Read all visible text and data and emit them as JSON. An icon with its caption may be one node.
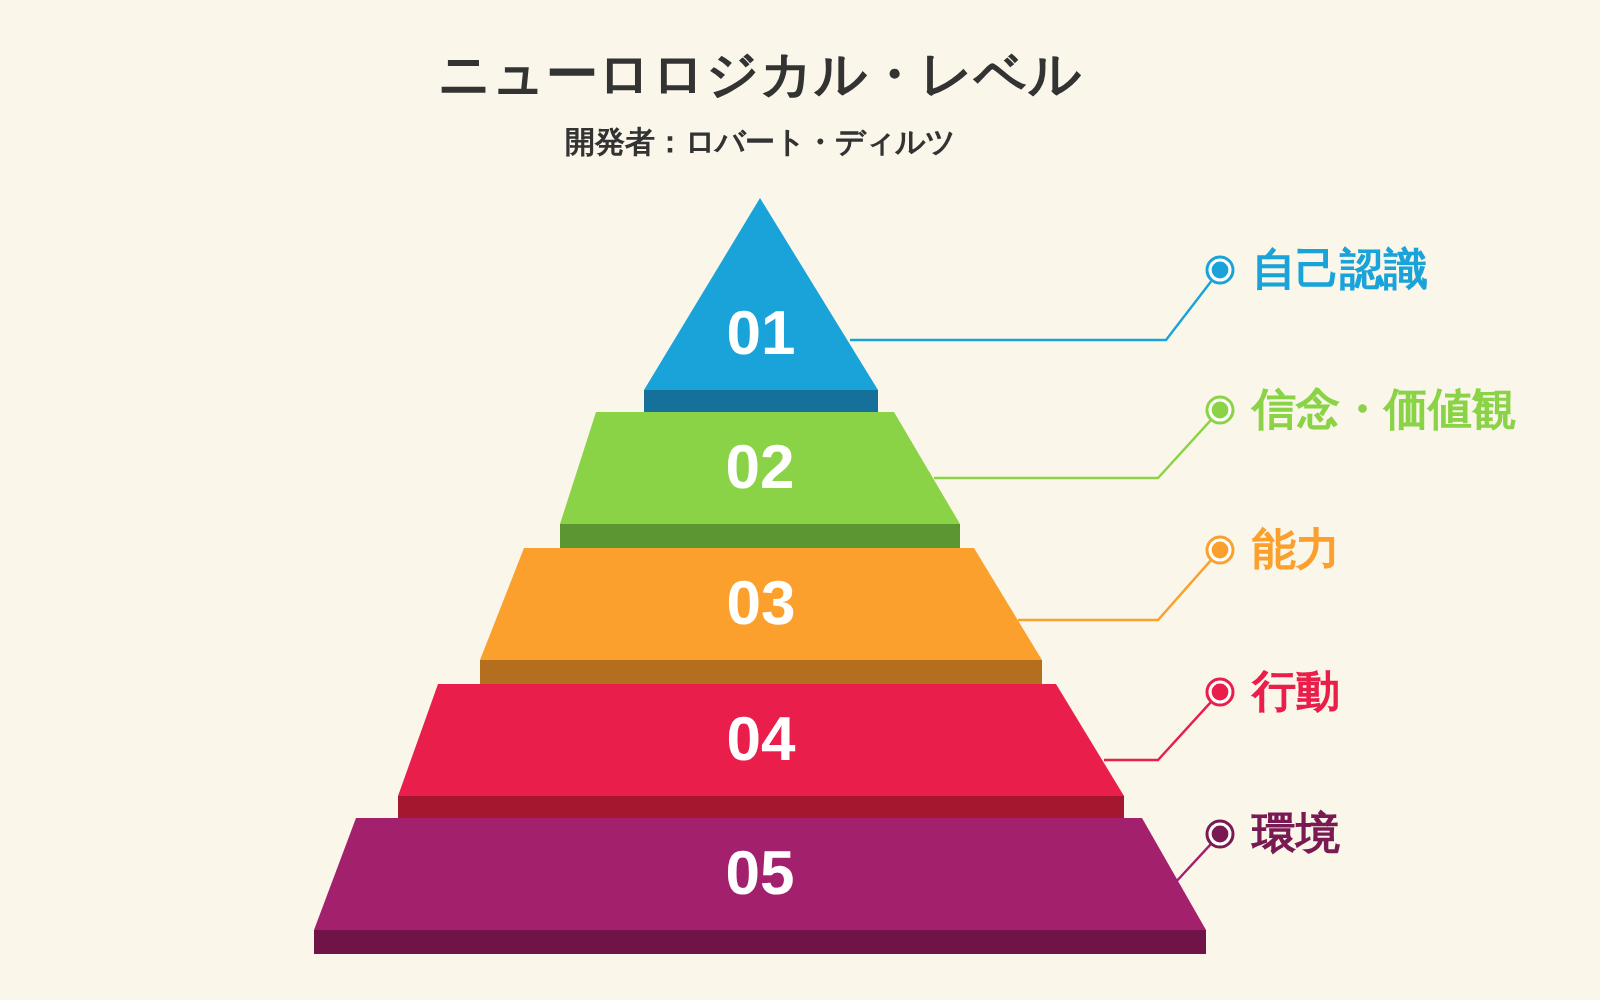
{
  "diagram": {
    "title": "ニューロロジカル・レベル",
    "nodes": [
      {
        "text": [
          "01"
        ]
      },
      {
        "text": [
          "02"
        ]
      },
      {
        "text": [
          "03"
        ]
      },
      {
        "text": [
          "04"
        ]
      },
      {
        "text": [
          "05"
        ]
      },
      {
        "text": [
          "自己認識"
        ]
      },
      {
        "text": [
          "信念・価値観"
        ]
      },
      {
        "text": [
          "能力"
        ]
      },
      {
        "text": [
          "行動"
        ]
      },
      {
        "text": [
          "環境"
        ]
      }
    ],
    "edges": [
      {
        "from": 0,
        "to": 5,
        "arrow": "none",
        "color": "#1aa3d9"
      },
      {
        "from": 1,
        "to": 6,
        "arrow": "none",
        "color": "#8bd346"
      },
      {
        "from": 2,
        "to": 7,
        "arrow": "none",
        "color": "#fba02c"
      },
      {
        "from": 3,
        "to": 8,
        "arrow": "none",
        "color": "#e91e4b"
      },
      {
        "from": 4,
        "to": 9,
        "arrow": "none",
        "color": "#a3206c"
      }
    ],
    "labels": [
      "開発者：ロバート・ディルツ"
    ]
  }
}
